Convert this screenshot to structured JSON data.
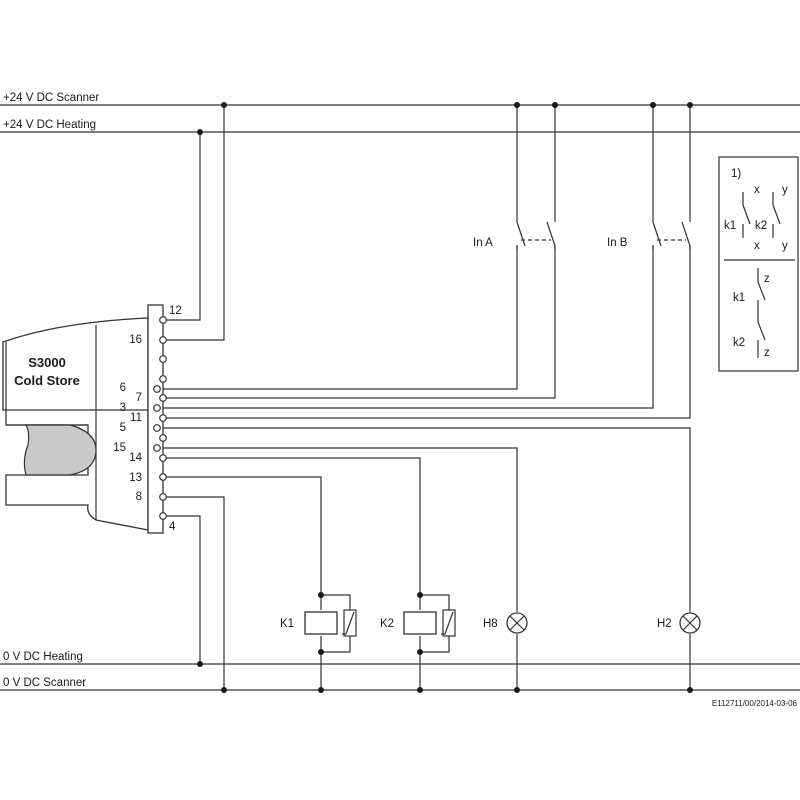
{
  "rails": {
    "scanner_24v": "+24 V DC Scanner",
    "heating_24v": "+24 V DC Heating",
    "heating_0v": "0 V DC Heating",
    "scanner_0v": "0 V DC Scanner"
  },
  "device": {
    "name": "S3000",
    "subtitle": "Cold Store",
    "pins": [
      "12",
      "16",
      "6",
      "7",
      "3",
      "11",
      "5",
      "15",
      "14",
      "13",
      "8",
      "4"
    ]
  },
  "inputs": {
    "a": "In A",
    "b": "In B"
  },
  "components": {
    "k1": "K1",
    "k2": "K2",
    "h8": "H8",
    "h2": "H2"
  },
  "legend": {
    "number": "1)",
    "x": "x",
    "y": "y",
    "z": "z",
    "k1": "k1",
    "k2": "k2"
  },
  "drawing_code": "E112711/00/2014-03-06"
}
